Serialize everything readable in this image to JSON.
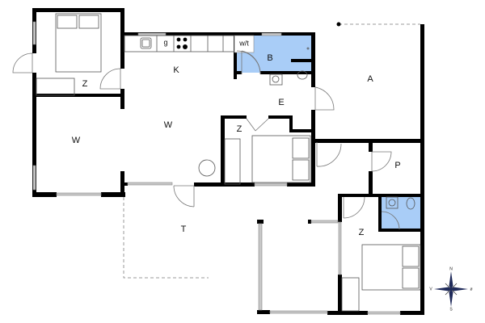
{
  "floorplan": {
    "rooms": {
      "bedroom_nw": "Z",
      "kitchen": "K",
      "living_main": "W",
      "living_west": "W",
      "wc_label": "w/t",
      "bathroom": "B",
      "entrance": "E",
      "bedroom_center": "Z",
      "annex": "A",
      "storage": "P",
      "bedroom_se": "Z",
      "terrace": "T"
    },
    "kitchen_appliance_label": "g",
    "compass": {
      "north": "N",
      "south": "S",
      "west": "V",
      "east": "ø"
    },
    "colors": {
      "wall": "#000000",
      "wet_room": "#a9cdf7",
      "window": "#c8c8c8"
    }
  }
}
